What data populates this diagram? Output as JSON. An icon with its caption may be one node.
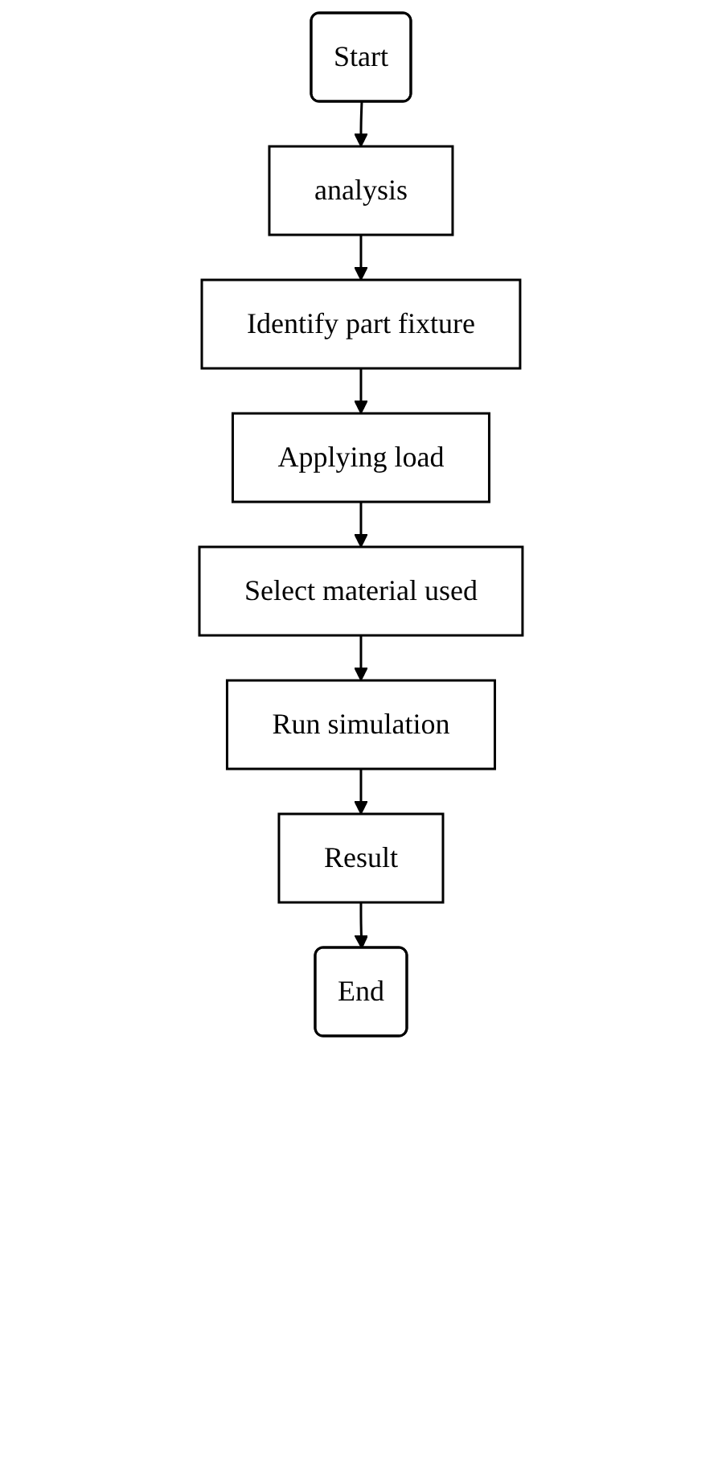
{
  "diagram": {
    "nodes": [
      {
        "text": [
          "Start"
        ]
      },
      {
        "text": [
          "analysis"
        ]
      },
      {
        "text": [
          "Identify part fixture"
        ]
      },
      {
        "text": [
          "Applying load"
        ]
      },
      {
        "text": [
          "Select material used"
        ]
      },
      {
        "text": [
          "Run simulation"
        ]
      },
      {
        "text": [
          "Result"
        ]
      },
      {
        "text": [
          "End"
        ]
      }
    ],
    "edges": [
      {
        "from": 0,
        "to": 1,
        "arrow": "to"
      },
      {
        "from": 1,
        "to": 2,
        "arrow": "to"
      },
      {
        "from": 2,
        "to": 3,
        "arrow": "to"
      },
      {
        "from": 3,
        "to": 4,
        "arrow": "to"
      },
      {
        "from": 4,
        "to": 5,
        "arrow": "to"
      },
      {
        "from": 5,
        "to": 6,
        "arrow": "to"
      },
      {
        "from": 6,
        "to": 7,
        "arrow": "to"
      }
    ]
  }
}
